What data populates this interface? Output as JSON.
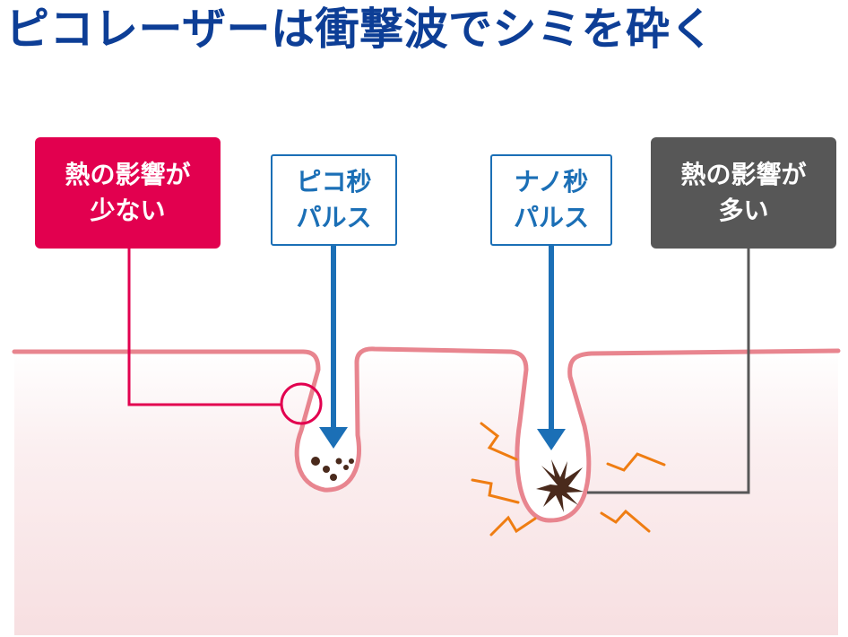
{
  "title": "ピコレーザーは衝撃波でシミを砕く",
  "labels": {
    "low_heat": {
      "line1": "熱の影響が",
      "line2": "少ない"
    },
    "pico": {
      "line1": "ピコ秒",
      "line2": "パルス"
    },
    "nano": {
      "line1": "ナノ秒",
      "line2": "パルス"
    },
    "high_heat": {
      "line1": "熱の影響が",
      "line2": "多い"
    }
  },
  "colors": {
    "title": "#0d3e96",
    "low_heat": "#e2004f",
    "high_heat": "#575757",
    "pulse": "#1b6fb6",
    "skin_line": "#e8858f",
    "skin_fill_top": "#ffffff",
    "skin_fill_bottom": "#f7dfe1",
    "pigment": "#4a2a1c",
    "heat_zigzag": "#ef7d12"
  },
  "icons": [
    "pigment-dots-icon",
    "shattered-pigment-icon",
    "heat-zigzag-icon",
    "arrow-down-icon"
  ]
}
